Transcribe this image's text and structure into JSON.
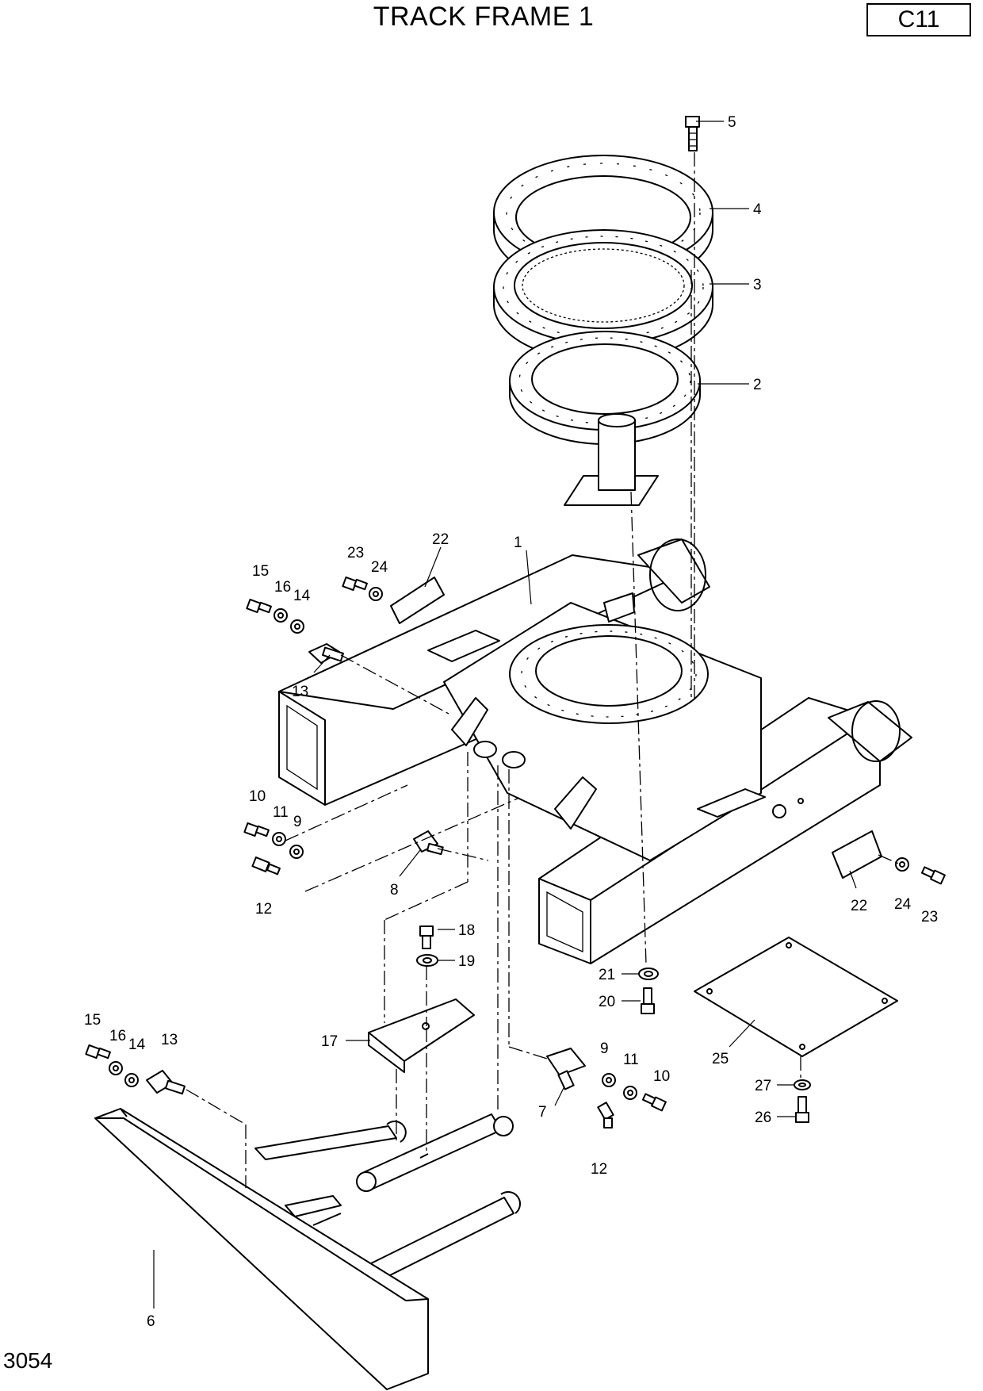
{
  "page": {
    "title": "TRACK FRAME 1",
    "section_code": "C11",
    "document_number": "3054"
  },
  "diagram": {
    "type": "exploded-parts-view",
    "callouts": [
      {
        "id": "c5",
        "label": "5"
      },
      {
        "id": "c4",
        "label": "4"
      },
      {
        "id": "c3",
        "label": "3"
      },
      {
        "id": "c2",
        "label": "2"
      },
      {
        "id": "c1",
        "label": "1"
      },
      {
        "id": "c22a",
        "label": "22"
      },
      {
        "id": "c23a",
        "label": "23"
      },
      {
        "id": "c24a",
        "label": "24"
      },
      {
        "id": "c15a",
        "label": "15"
      },
      {
        "id": "c16a",
        "label": "16"
      },
      {
        "id": "c14a",
        "label": "14"
      },
      {
        "id": "c13a",
        "label": "13"
      },
      {
        "id": "c10a",
        "label": "10"
      },
      {
        "id": "c11a",
        "label": "11"
      },
      {
        "id": "c9a",
        "label": "9"
      },
      {
        "id": "c8",
        "label": "8"
      },
      {
        "id": "c12a",
        "label": "12"
      },
      {
        "id": "c22b",
        "label": "22"
      },
      {
        "id": "c24b",
        "label": "24"
      },
      {
        "id": "c23b",
        "label": "23"
      },
      {
        "id": "c18",
        "label": "18"
      },
      {
        "id": "c19",
        "label": "19"
      },
      {
        "id": "c21",
        "label": "21"
      },
      {
        "id": "c20",
        "label": "20"
      },
      {
        "id": "c17",
        "label": "17"
      },
      {
        "id": "c15b",
        "label": "15"
      },
      {
        "id": "c16b",
        "label": "16"
      },
      {
        "id": "c14b",
        "label": "14"
      },
      {
        "id": "c13b",
        "label": "13"
      },
      {
        "id": "c9b",
        "label": "9"
      },
      {
        "id": "c11b",
        "label": "11"
      },
      {
        "id": "c10b",
        "label": "10"
      },
      {
        "id": "c7",
        "label": "7"
      },
      {
        "id": "c12b",
        "label": "12"
      },
      {
        "id": "c25",
        "label": "25"
      },
      {
        "id": "c27",
        "label": "27"
      },
      {
        "id": "c26",
        "label": "26"
      },
      {
        "id": "c6",
        "label": "6"
      }
    ]
  }
}
